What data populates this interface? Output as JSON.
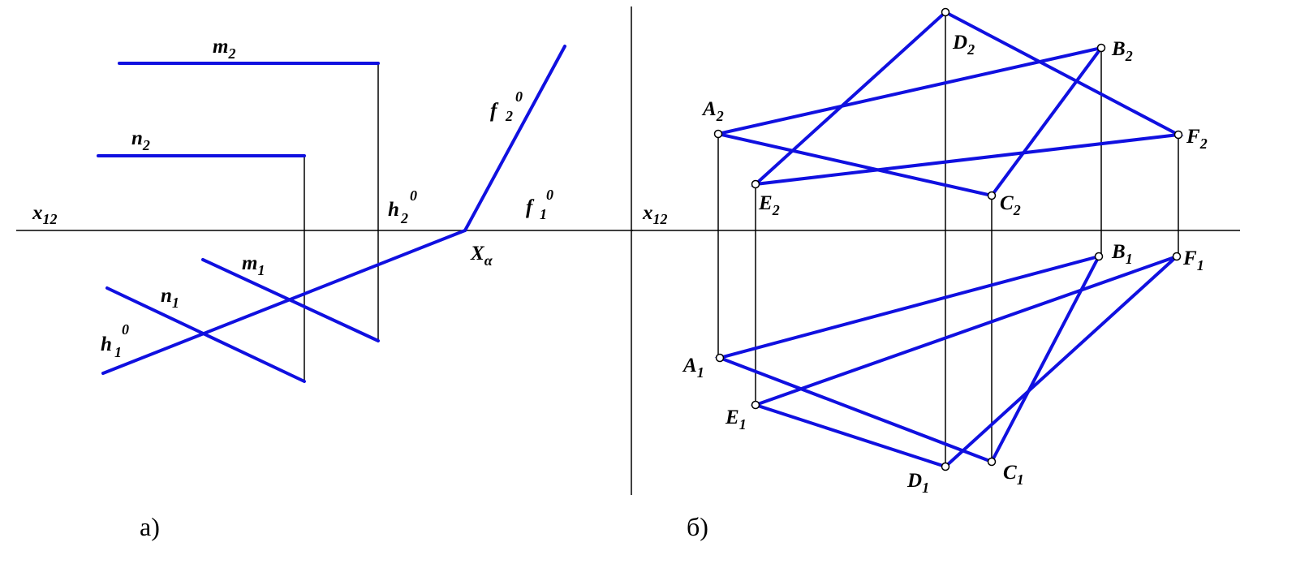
{
  "panel_a": {
    "caption": "а)",
    "axis_label": {
      "main": "x",
      "sub": "12"
    },
    "labels": {
      "m2": {
        "main": "m",
        "sub": "2"
      },
      "n2": {
        "main": "n",
        "sub": "2"
      },
      "m1": {
        "main": "m",
        "sub": "1"
      },
      "n1": {
        "main": "n",
        "sub": "1"
      },
      "h2": {
        "main": "h",
        "sub": "2",
        "sup": "0"
      },
      "h1": {
        "main": "h",
        "sub": "1",
        "sup": "0"
      },
      "f2": {
        "main": "f",
        "sub": "2",
        "sup": "0"
      },
      "f1": {
        "main": "f",
        "sub": "1",
        "sup": "0"
      },
      "xa": {
        "main": "X",
        "sub": "α"
      }
    }
  },
  "panel_b": {
    "caption": "б)",
    "axis_label": {
      "main": "x",
      "sub": "12"
    },
    "points": {
      "A2": {
        "main": "A",
        "sub": "2"
      },
      "B2": {
        "main": "B",
        "sub": "2"
      },
      "C2": {
        "main": "C",
        "sub": "2"
      },
      "D2": {
        "main": "D",
        "sub": "2"
      },
      "E2": {
        "main": "E",
        "sub": "2"
      },
      "F2": {
        "main": "F",
        "sub": "2"
      },
      "A1": {
        "main": "A",
        "sub": "1"
      },
      "B1": {
        "main": "B",
        "sub": "1"
      },
      "C1": {
        "main": "C",
        "sub": "1"
      },
      "D1": {
        "main": "D",
        "sub": "1"
      },
      "E1": {
        "main": "E",
        "sub": "1"
      },
      "F1": {
        "main": "F",
        "sub": "1"
      }
    }
  },
  "colors": {
    "line": "#1010e0",
    "construction": "#000000"
  }
}
